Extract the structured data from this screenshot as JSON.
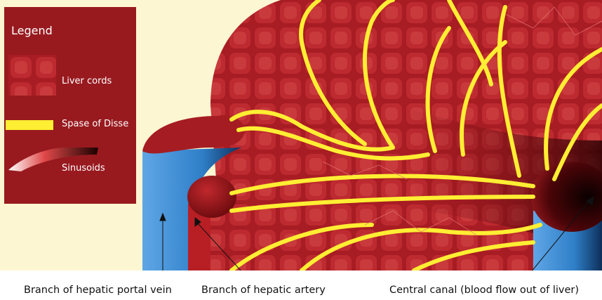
{
  "legend": {
    "title": "Legend",
    "items": [
      {
        "label": "Liver cords",
        "swatch": "liver-cords-texture"
      },
      {
        "label": "Spase of Disse",
        "swatch": "yellow-band",
        "color": "#ffee33"
      },
      {
        "label": "Sinusoids",
        "swatch": "sinusoid-gradient"
      }
    ]
  },
  "captions": {
    "portal_vein": "Branch of hepatic portal vein",
    "hepatic_artery": "Branch of hepatic artery",
    "central_canal": "Central canal (blood flow out of liver)"
  },
  "colors": {
    "background": "#fdf6d2",
    "tissue": "#a51d22",
    "tissue_dark": "#5a0709",
    "disse": "#ffee33",
    "vessel": "#2f7fc8"
  }
}
